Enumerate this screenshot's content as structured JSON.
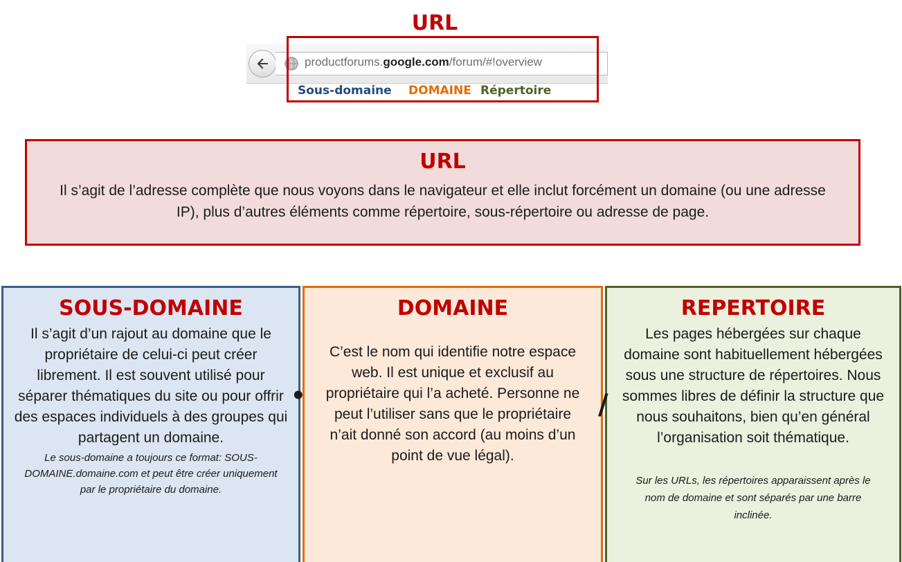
{
  "header": {
    "title": "URL"
  },
  "browser": {
    "url_subdomain": "productforums.",
    "url_domain": "google.com",
    "url_path": "/forum/#!overview",
    "labels": {
      "subdomain": "Sous-domaine",
      "domain": "DOMAINE",
      "directory": "Répertoire"
    }
  },
  "url_box": {
    "title": "URL",
    "text": "Il s’agit de l’adresse complète que nous voyons dans le navigateur et elle inclut forcément un domaine (ou une adresse IP), plus d’autres éléments comme répertoire, sous-répertoire ou adresse de page."
  },
  "columns": {
    "subdomain": {
      "title": "SOUS-DOMAINE",
      "text": "Il s’agit d’un rajout au domaine que le propriétaire de celui-ci peut créer librement. Il est souvent utilisé pour séparer thématiques du site ou pour offrir des espaces individuels à des groupes qui partagent un domaine.",
      "note": "Le sous-domaine a toujours ce format: SOUS-DOMAINE.domaine.com et peut être créer uniquement par le propriétaire du domaine."
    },
    "domain": {
      "title": "DOMAINE",
      "text": "C’est le nom qui identifie notre espace web. Il est unique et exclusif au propriétaire qui l’a acheté. Personne ne peut l’utiliser sans que le propriétaire n’ait donné son accord (au moins d’un point de vue légal)."
    },
    "directory": {
      "title": "REPERTOIRE",
      "text": "Les pages hébergées sur chaque domaine sont habituellement hébergées sous une structure de répertoires. Nous sommes libres de définir la structure que nous souhaitons, bien qu’en général l’organisation soit thématique.",
      "note": "Sur les URLs, les répertoires apparaissent après le nom de domaine et sont séparés par une barre inclinée."
    }
  },
  "separators": {
    "dot": "•",
    "slash": "/"
  },
  "colors": {
    "accent_red": "#c00000",
    "subdomain_blue": "#1f4e79",
    "domain_orange": "#e36c09",
    "directory_green": "#4f6228"
  },
  "icons": {
    "back": "back-arrow-icon",
    "globe": "globe-icon"
  }
}
